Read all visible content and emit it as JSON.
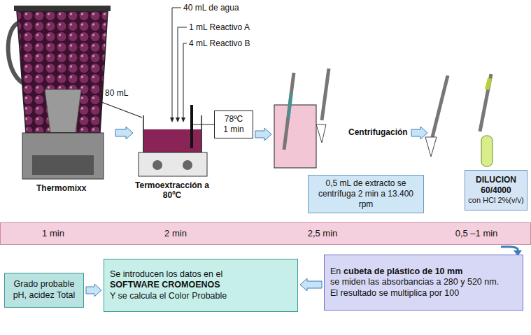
{
  "diagram": {
    "nodes": [
      {
        "text": [
          "78ºC",
          "1 min"
        ]
      },
      {
        "text": [
          "0,5 mL de extracto se centrífuga 2 min a 13.400 rpm"
        ]
      },
      {
        "text": [
          "DILUCION 60/4000",
          "con HCl 2%(v/v)"
        ]
      },
      {
        "text": [
          "1 min",
          "2 min",
          "2,5 min",
          "0,5 –1 min"
        ]
      },
      {
        "text": [
          "Grado probable pH, acidez Total"
        ]
      },
      {
        "text": [
          "Se introducen los datos en el",
          "SOFTWARE CROMOENOS",
          "Y se calcula el Color Probable"
        ]
      },
      {
        "text": [
          "En",
          "cubeta de plástico de 10 mm",
          "se miden las absorbancias a 280 y 520 nm.",
          "El resultado se multiplica por 100"
        ]
      }
    ],
    "edges": [
      {
        "from": 4,
        "to": 5,
        "arrow": "to"
      },
      {
        "from": 6,
        "to": 5,
        "arrow": "to"
      }
    ],
    "labels": [
      "40 mL de agua",
      "1 mL Reactivo A",
      "4 mL Reactivo B",
      "80 mL",
      "Thermomixx",
      "Termoextracción a 80ºC",
      "Centrifugación"
    ]
  }
}
